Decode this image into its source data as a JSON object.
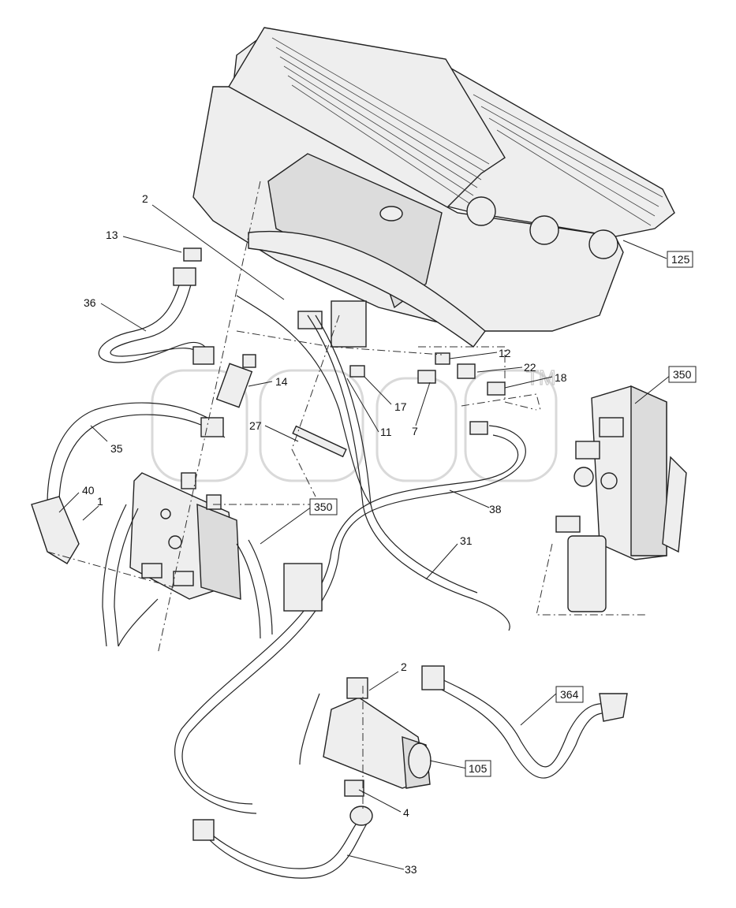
{
  "callouts": {
    "c2_top": "2",
    "c13": "13",
    "c36": "36",
    "c125": "125",
    "c12": "12",
    "c22": "22",
    "c18": "18",
    "c350_right": "350",
    "c14": "14",
    "c17": "17",
    "c7": "7",
    "c27": "27",
    "c11": "11",
    "c35": "35",
    "c40": "40",
    "c1": "1",
    "c350_mid": "350",
    "c38": "38",
    "c31": "31",
    "c2_bottom": "2",
    "c364": "364",
    "c105": "105",
    "c4": "4",
    "c33": "33"
  },
  "watermark": {
    "tm": "TM"
  },
  "colors": {
    "line": "#222222",
    "part_fill": "#eeeeee",
    "watermark": "#c8c8c8"
  }
}
